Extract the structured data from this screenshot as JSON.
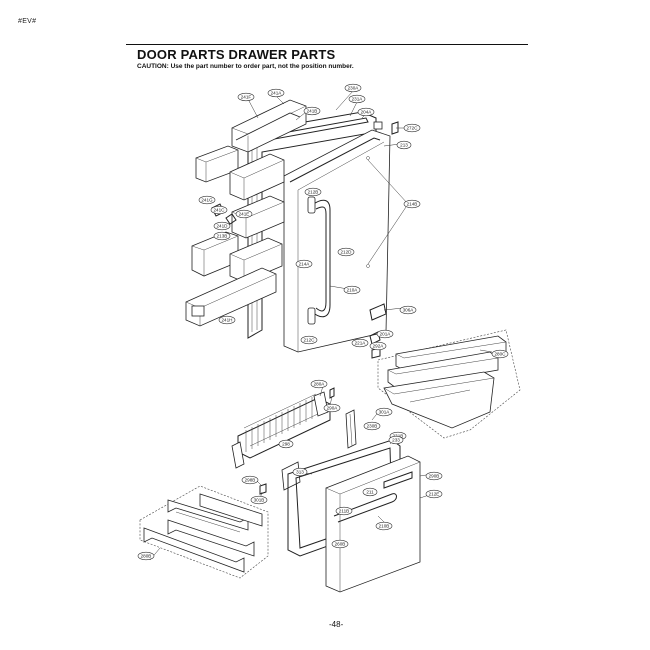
{
  "page": {
    "code": "#EV#",
    "title": "DOOR PARTS DRAWER PARTS",
    "caution": "CAUTION: Use the part number to order part, not the position number.",
    "page_number": "-48-"
  },
  "callouts": {
    "c230A": "230A",
    "c241F": "241F",
    "c241A": "241A",
    "c231A": "231A",
    "c241B": "241B",
    "c204A": "204A",
    "c272C": "272C",
    "c241G": "241G",
    "c241C": "241C",
    "c241E": "241E",
    "c241D": "241D",
    "c212B": "212B",
    "c214A": "214A",
    "c212D": "212D",
    "c213": "213",
    "c214B": "214B",
    "c210A": "210A",
    "c241H": "241H",
    "c212C": "212C",
    "c306A": "306A",
    "c201A": "201A",
    "c221A": "221A",
    "c292A": "292A",
    "c280C": "280C",
    "c280A": "280A",
    "c290A": "290A",
    "c301A": "301A",
    "c230B": "230B",
    "c231B": "231B",
    "c313": "313",
    "c211": "211",
    "c210B": "210B",
    "c290B": "290B",
    "c212E": "212E",
    "c211B": "211B",
    "c260B": "260B",
    "c280B": "280B",
    "c298": "298",
    "c233": "233",
    "c213B": "213B",
    "c298B": "298B",
    "c301B": "301B"
  }
}
